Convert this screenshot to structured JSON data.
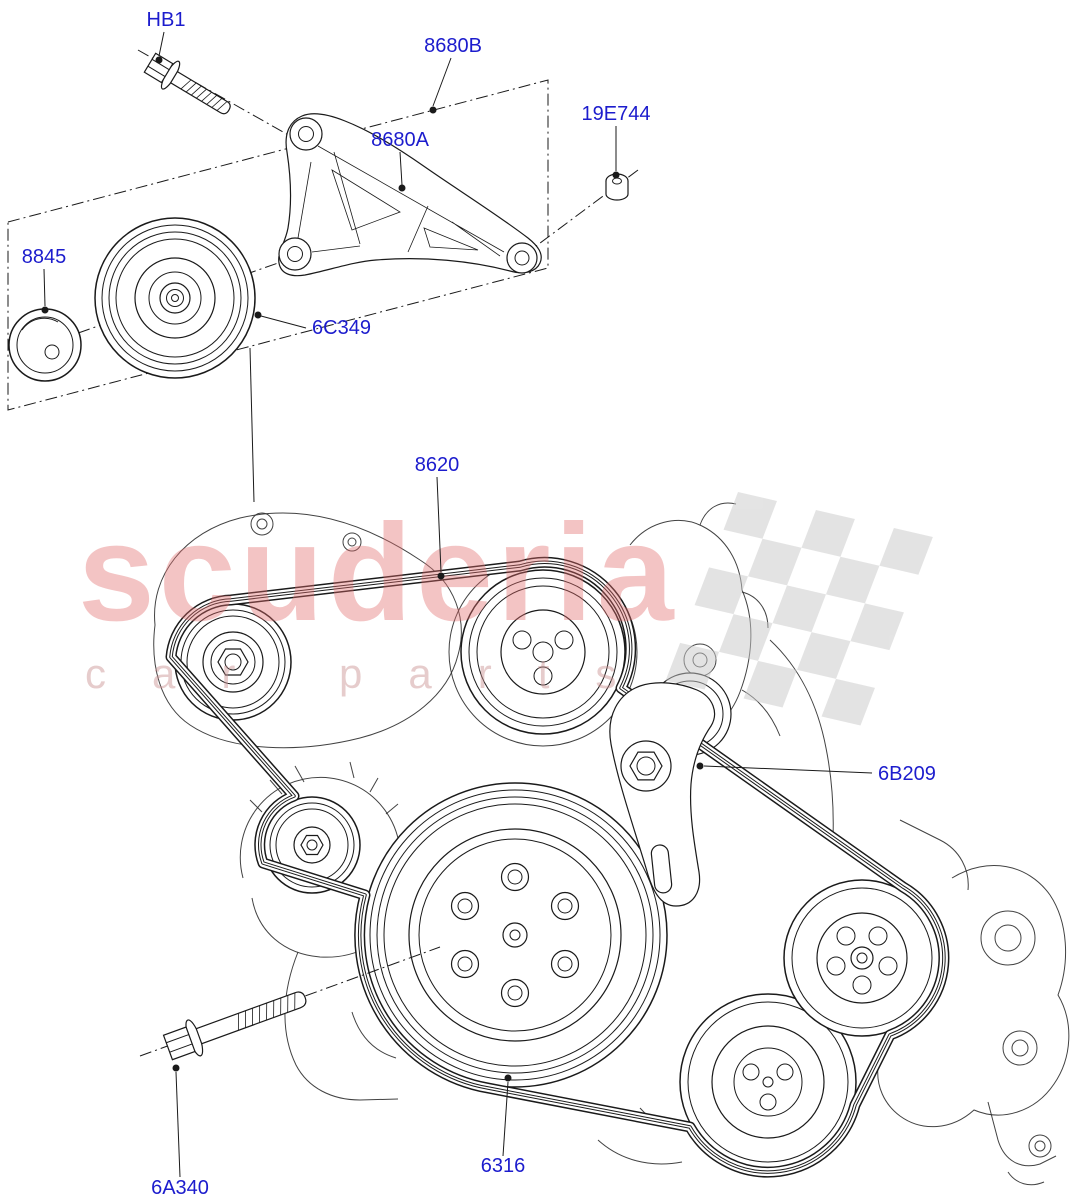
{
  "watermark": {
    "brand": "scuderia",
    "tagline": "car parts"
  },
  "part_labels": {
    "hb1": "HB1",
    "8680b": "8680B",
    "19e744": "19E744",
    "8680a": "8680A",
    "8845": "8845",
    "6c349": "6C349",
    "8620": "8620",
    "6b209": "6B209",
    "6a340": "6A340",
    "6316": "6316"
  },
  "colors": {
    "label": "#1c1ccd",
    "line": "#1a1a1a",
    "watermark_brand": "#e36d6d",
    "watermark_tagline": "#c98f8f",
    "checker": "#c9c9c9",
    "background": "#ffffff"
  }
}
